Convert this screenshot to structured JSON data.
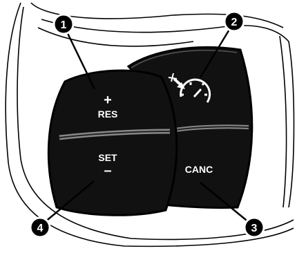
{
  "buttons": {
    "res_symbol": "+",
    "res_label": "RES",
    "set_label": "SET",
    "set_symbol": "–",
    "canc_label": "CANC",
    "cruise_icon": "cruise-control-speedometer-icon"
  },
  "callouts": [
    "1",
    "2",
    "3",
    "4"
  ],
  "colors": {
    "button_fill": "#111111",
    "outline": "#000000",
    "background": "#ffffff",
    "label": "#ffffff"
  }
}
